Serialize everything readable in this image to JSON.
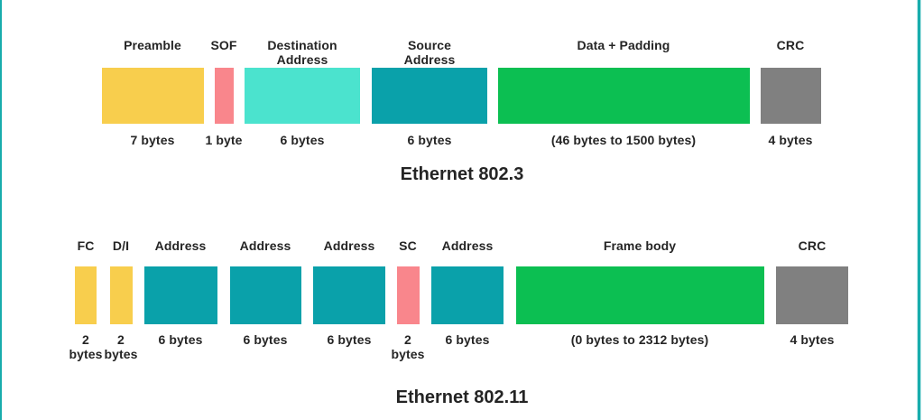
{
  "colors": {
    "yellow": "#F8CE4D",
    "salmon": "#F9868C",
    "aqua": "#4BE3CE",
    "teal": "#0AA1AA",
    "green": "#0CBF52",
    "gray": "#808080",
    "text": "#252525",
    "frame_line": "#18ACAC",
    "frame_line_light": "#C2EAEA"
  },
  "diagrams": [
    {
      "title": "Ethernet 802.3",
      "fields": [
        {
          "label": "Preamble",
          "size": "7 bytes",
          "color": "yellow"
        },
        {
          "label": "SOF",
          "size": "1 byte",
          "color": "salmon"
        },
        {
          "label": "Destination\nAddress",
          "size": "6 bytes",
          "color": "aqua"
        },
        {
          "label": "Source\nAddress",
          "size": "6 bytes",
          "color": "teal"
        },
        {
          "label": "Data + Padding",
          "size": "(46 bytes to 1500 bytes)",
          "color": "green"
        },
        {
          "label": "CRC",
          "size": "4 bytes",
          "color": "gray"
        }
      ]
    },
    {
      "title": "Ethernet 802.11",
      "fields": [
        {
          "label": "FC",
          "size": "2\nbytes",
          "color": "yellow"
        },
        {
          "label": "D/I",
          "size": "2\nbytes",
          "color": "yellow"
        },
        {
          "label": "Address",
          "size": "6 bytes",
          "color": "teal"
        },
        {
          "label": "Address",
          "size": "6 bytes",
          "color": "teal"
        },
        {
          "label": "Address",
          "size": "6 bytes",
          "color": "teal"
        },
        {
          "label": "SC",
          "size": "2\nbytes",
          "color": "salmon"
        },
        {
          "label": "Address",
          "size": "6 bytes",
          "color": "teal"
        },
        {
          "label": "Frame body",
          "size": "(0 bytes to 2312 bytes)",
          "color": "green"
        },
        {
          "label": "CRC",
          "size": "4 bytes",
          "color": "gray"
        }
      ]
    }
  ]
}
